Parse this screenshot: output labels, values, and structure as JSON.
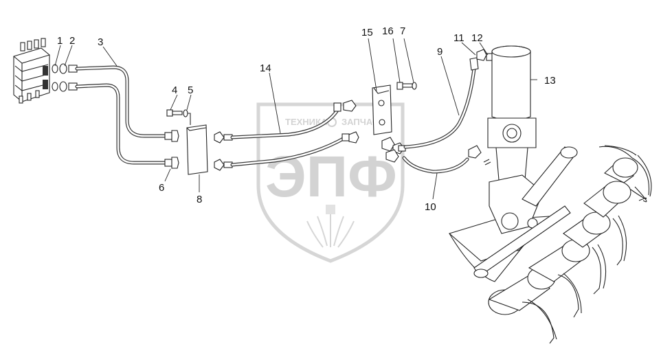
{
  "watermark": {
    "line1_left": "ТЕХНИКА",
    "line1_right": "ЗАПЧАСТИ",
    "logo": "ЭПФ"
  },
  "callouts": {
    "c1": "1",
    "c2": "2",
    "c3": "3",
    "c4": "4",
    "c5": "5",
    "c6": "6",
    "c7": "7",
    "c8": "8",
    "c9": "9",
    "c10": "10",
    "c11": "11",
    "c12": "12",
    "c13": "13",
    "c14": "14",
    "c15": "15",
    "c16": "16"
  }
}
